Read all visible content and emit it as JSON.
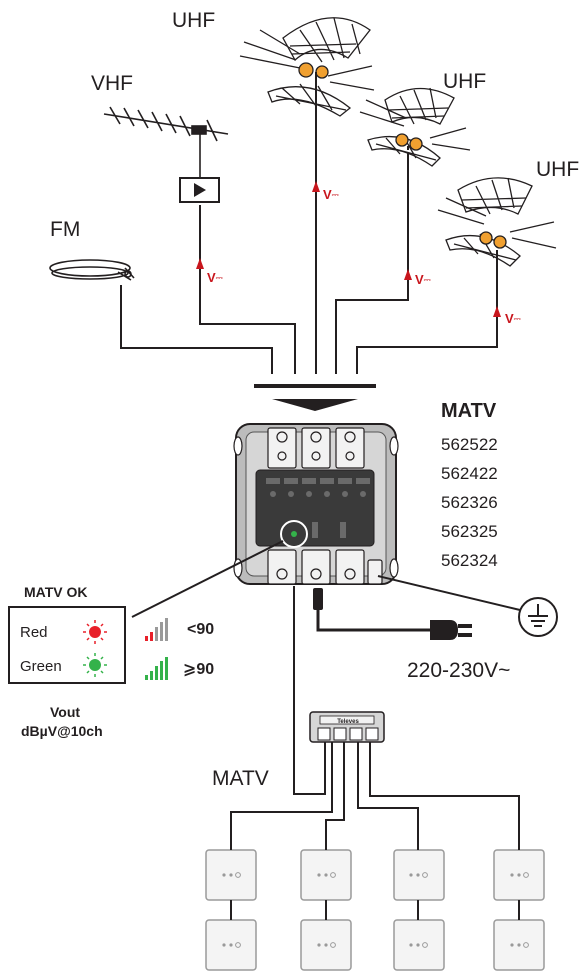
{
  "antennas": {
    "fm_label": "FM",
    "vhf_label": "VHF",
    "uhf_label_1": "UHF",
    "uhf_label_2": "UHF",
    "uhf_label_3": "UHF",
    "dc_power_label": "V"
  },
  "amplifier": {
    "title": "MATV",
    "models": [
      "562522",
      "562422",
      "562326",
      "562325",
      "562324"
    ],
    "brand": "Televes"
  },
  "power": {
    "mains_label": "220-230V~"
  },
  "status": {
    "title": "MATV OK",
    "red_label": "Red",
    "green_label": "Green",
    "low_level": "<90",
    "high_level": "⩾90",
    "unit_line_1": "Vout",
    "unit_line_2": "dBµV@10ch"
  },
  "distribution": {
    "label": "MATV",
    "outlet_rows": 2,
    "outlet_columns": 4
  },
  "colors": {
    "line": "#231f20",
    "red": "#e8202a",
    "green": "#34b24a",
    "antenna_head": "#f0a030",
    "arrow": "#c8161d",
    "case": "#b9b9b9",
    "dark_panel": "#3a3a3a"
  }
}
